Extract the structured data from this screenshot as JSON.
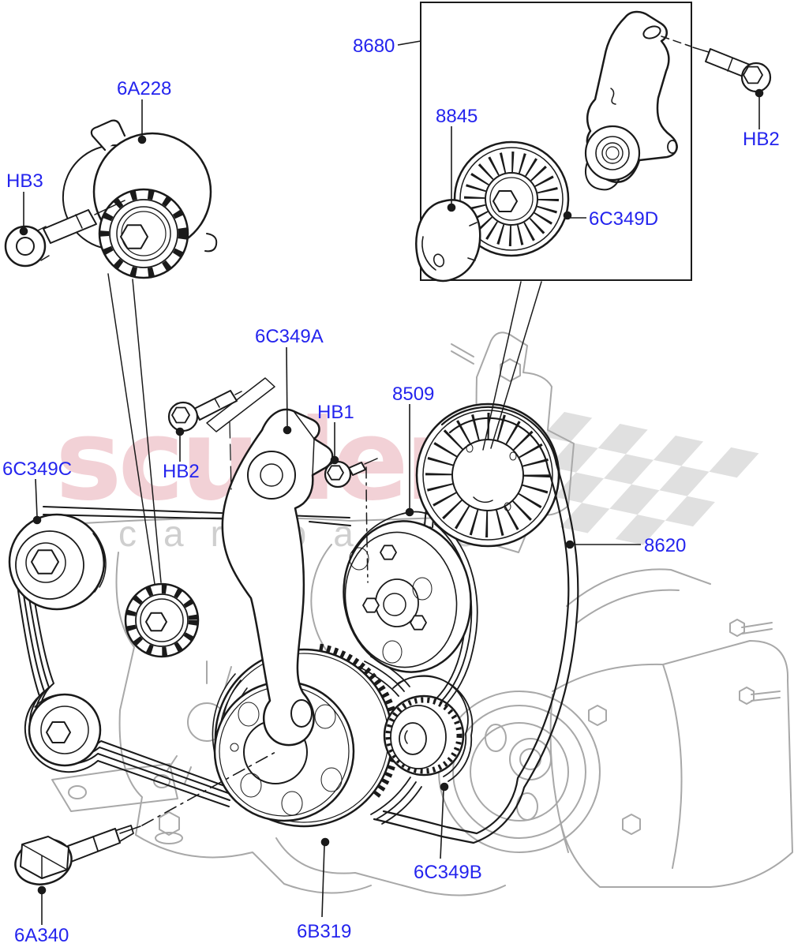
{
  "watermark": {
    "brand": "scuderia",
    "tagline": "car parts"
  },
  "colors": {
    "label_blue": "#2424ee",
    "line_black": "#1a1a1a",
    "faded_gray": "#a8a8a8",
    "watermark_pink": "#d2576b",
    "watermark_gray": "#cfcfcf",
    "checker_gray": "#e0e0e0",
    "background": "#ffffff"
  },
  "inset_labels": {
    "assembly": "8680",
    "dust_shield": "8845",
    "tensioner_pulley": "6C349D",
    "mount_bolt": "HB2"
  },
  "part_labels": {
    "tensioner": "6A228",
    "tensioner_bolt": "HB3",
    "tensioner_bracket": "6C349A",
    "bracket_bolt": "HB2",
    "water_pump_bolt": "HB1",
    "water_pump_pulley": "8509",
    "left_idler": "6C349C",
    "primary_belt": "8620",
    "crankshaft_bolt": "6A340",
    "crankshaft_pulley": "6B319",
    "lower_idler": "6C349B"
  }
}
